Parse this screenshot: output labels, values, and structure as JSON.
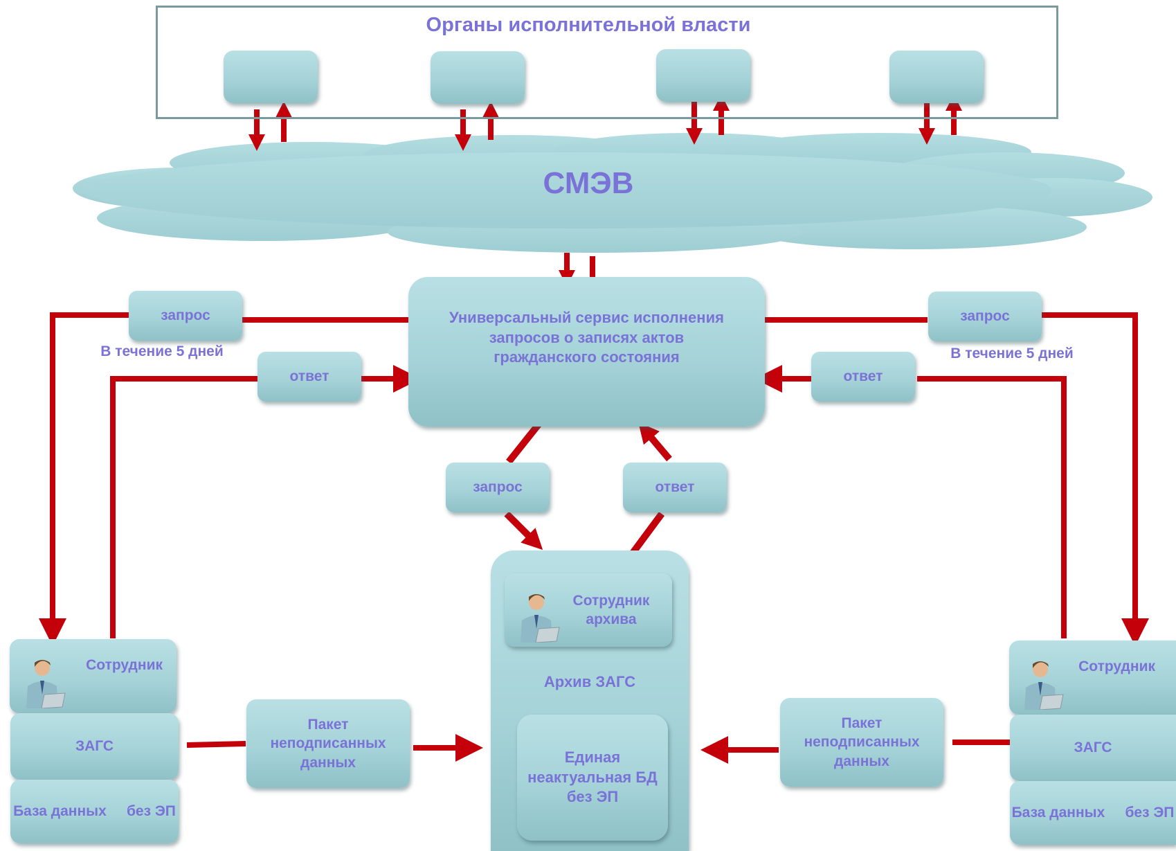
{
  "top": {
    "title": "Органы исполнительной власти"
  },
  "cloud": {
    "label": "СМЭВ"
  },
  "service": {
    "label": "Универсальный сервис исполнения запросов о записях актов гражданского состояния"
  },
  "left": {
    "request": "запрос",
    "response": "ответ",
    "deadline": "В течение 5 дней",
    "employee": "Сотрудник",
    "office": "ЗАГС",
    "database": "База данных     без ЭП",
    "package": "Пакет неподписанных данных"
  },
  "right": {
    "request": "запрос",
    "response": "ответ",
    "deadline": "В течение 5 дней",
    "employee": "Сотрудник",
    "office": "ЗАГС",
    "database": "База данных     без ЭП",
    "package": "Пакет неподписанных данных"
  },
  "center": {
    "request": "запрос",
    "response": "ответ",
    "employee": "Сотрудник архива",
    "archive": "Архив ЗАГС",
    "database": "Единая неактуальная БД без ЭП"
  },
  "colors": {
    "text": "#7a72d6",
    "arrow": "#c4000b",
    "box": "#a5d3d8",
    "frame": "#7b9a9e"
  },
  "icons": [
    "person-at-laptop-icon"
  ]
}
